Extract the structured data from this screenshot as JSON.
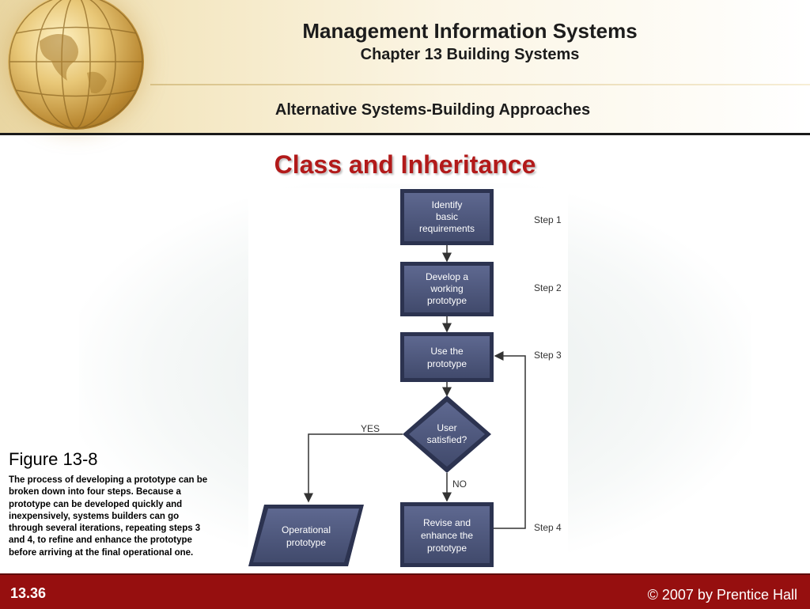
{
  "header": {
    "title": "Management Information Systems",
    "chapter": "Chapter 13 Building Systems",
    "subtitle": "Alternative Systems-Building Approaches"
  },
  "slide_title": "Class and Inheritance",
  "figure": {
    "label": "Figure 13-8",
    "caption": "The process of developing a prototype can be broken down into four steps. Because a prototype can be developed quickly and inexpensively, systems builders can go through several iterations, repeating steps 3 and 4, to refine and  enhance the prototype before arriving at the final operational one.",
    "boxes": {
      "identify": [
        "Identify",
        "basic",
        "requirements"
      ],
      "develop": [
        "Develop a",
        "working",
        "prototype"
      ],
      "use": [
        "Use the",
        "prototype"
      ],
      "decision": [
        "User",
        "satisfied?"
      ],
      "revise": [
        "Revise and",
        "enhance the",
        "prototype"
      ],
      "operational": [
        "Operational",
        "prototype"
      ]
    },
    "steps": [
      "Step 1",
      "Step 2",
      "Step 3",
      "Step 4"
    ],
    "yes_label": "YES",
    "no_label": "NO"
  },
  "footer": {
    "slide_number": "13.36",
    "copyright": "© 2007 by Prentice Hall"
  },
  "colors": {
    "title_red": "#b21a1a",
    "footer_red": "#960f0f",
    "box_blue": "#4a5478",
    "box_border": "#2c3350"
  }
}
